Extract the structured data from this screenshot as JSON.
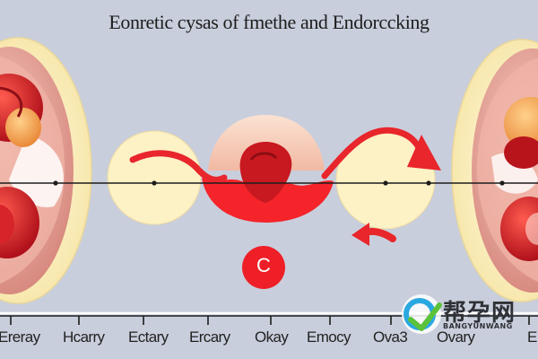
{
  "title": "Eonretic cysas of fmethe and Endorccking",
  "marker_letter": "C",
  "axis_labels": [
    "Ereray",
    "Hcarry",
    "Ectary",
    "Ercary",
    "Okay",
    "Emocy",
    "Ova3",
    "Ovary",
    "E"
  ],
  "watermark": {
    "cn": "帮孕网",
    "en": "BANGYUNWANG"
  },
  "colors": {
    "background": "#c9cedc",
    "accent_red": "#e8262b",
    "cream": "#fdf1c6",
    "pink_tissue": "#e8a39a"
  }
}
